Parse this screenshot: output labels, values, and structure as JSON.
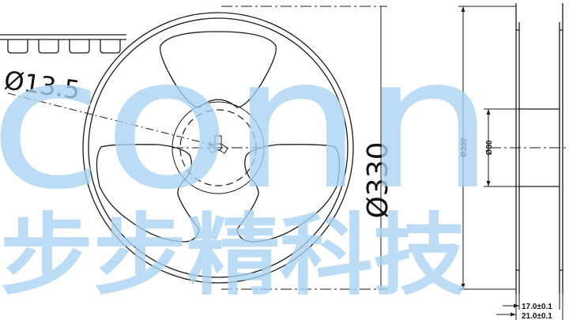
{
  "front_view": {
    "hub_hole_dim": "Ø13.5",
    "outer_dim": "Ø330"
  },
  "side_view": {
    "outer_dim": "Ø330",
    "hub_dim": "Ø80",
    "width_inner_dim": "17.0±0.1",
    "width_outer_dim": "21.0±0.1"
  },
  "watermark": {
    "latin": "conn",
    "chinese": "步步精科技",
    "color": "#a9d3f1"
  }
}
